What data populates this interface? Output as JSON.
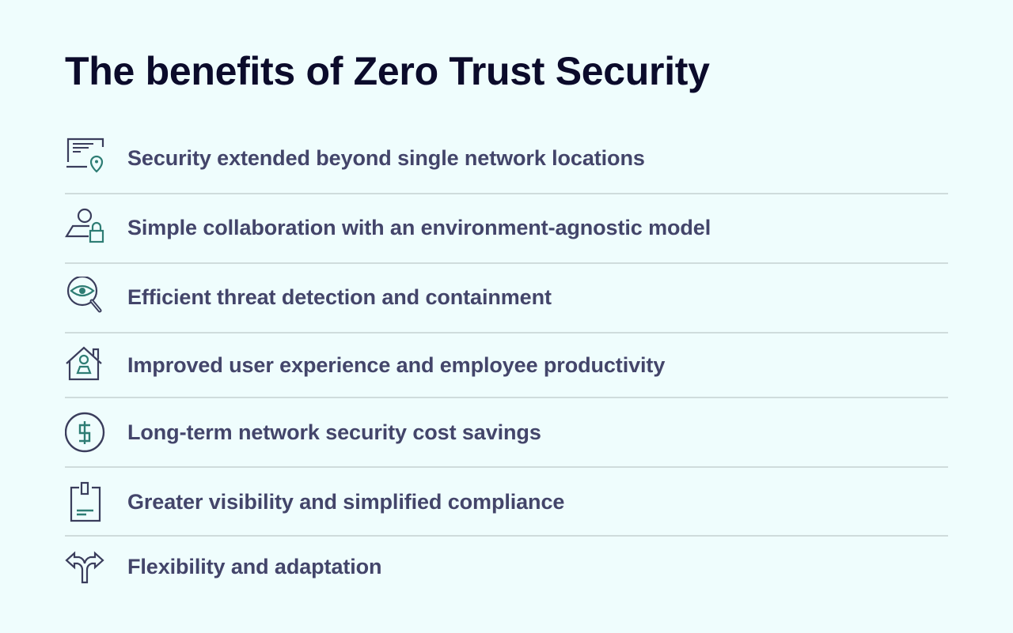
{
  "title": "The benefits of Zero Trust Security",
  "colors": {
    "background": "#effdfd",
    "title": "#0b0b2b",
    "text": "#43456a",
    "icon_primary": "#3a3d5c",
    "icon_accent": "#2e7d74",
    "divider": "#cfdcdc"
  },
  "benefits": [
    {
      "icon": "document-location-pin-icon",
      "label": "Security extended beyond single network locations"
    },
    {
      "icon": "user-lock-icon",
      "label": "Simple collaboration with an environment-agnostic model"
    },
    {
      "icon": "magnifier-eye-icon",
      "label": "Efficient threat detection and containment"
    },
    {
      "icon": "house-user-icon",
      "label": "Improved user experience and employee productivity"
    },
    {
      "icon": "dollar-coin-icon",
      "label": "Long-term network security cost savings"
    },
    {
      "icon": "clipboard-icon",
      "label": "Greater visibility and simplified compliance"
    },
    {
      "icon": "split-arrows-icon",
      "label": "Flexibility and adaptation"
    }
  ]
}
